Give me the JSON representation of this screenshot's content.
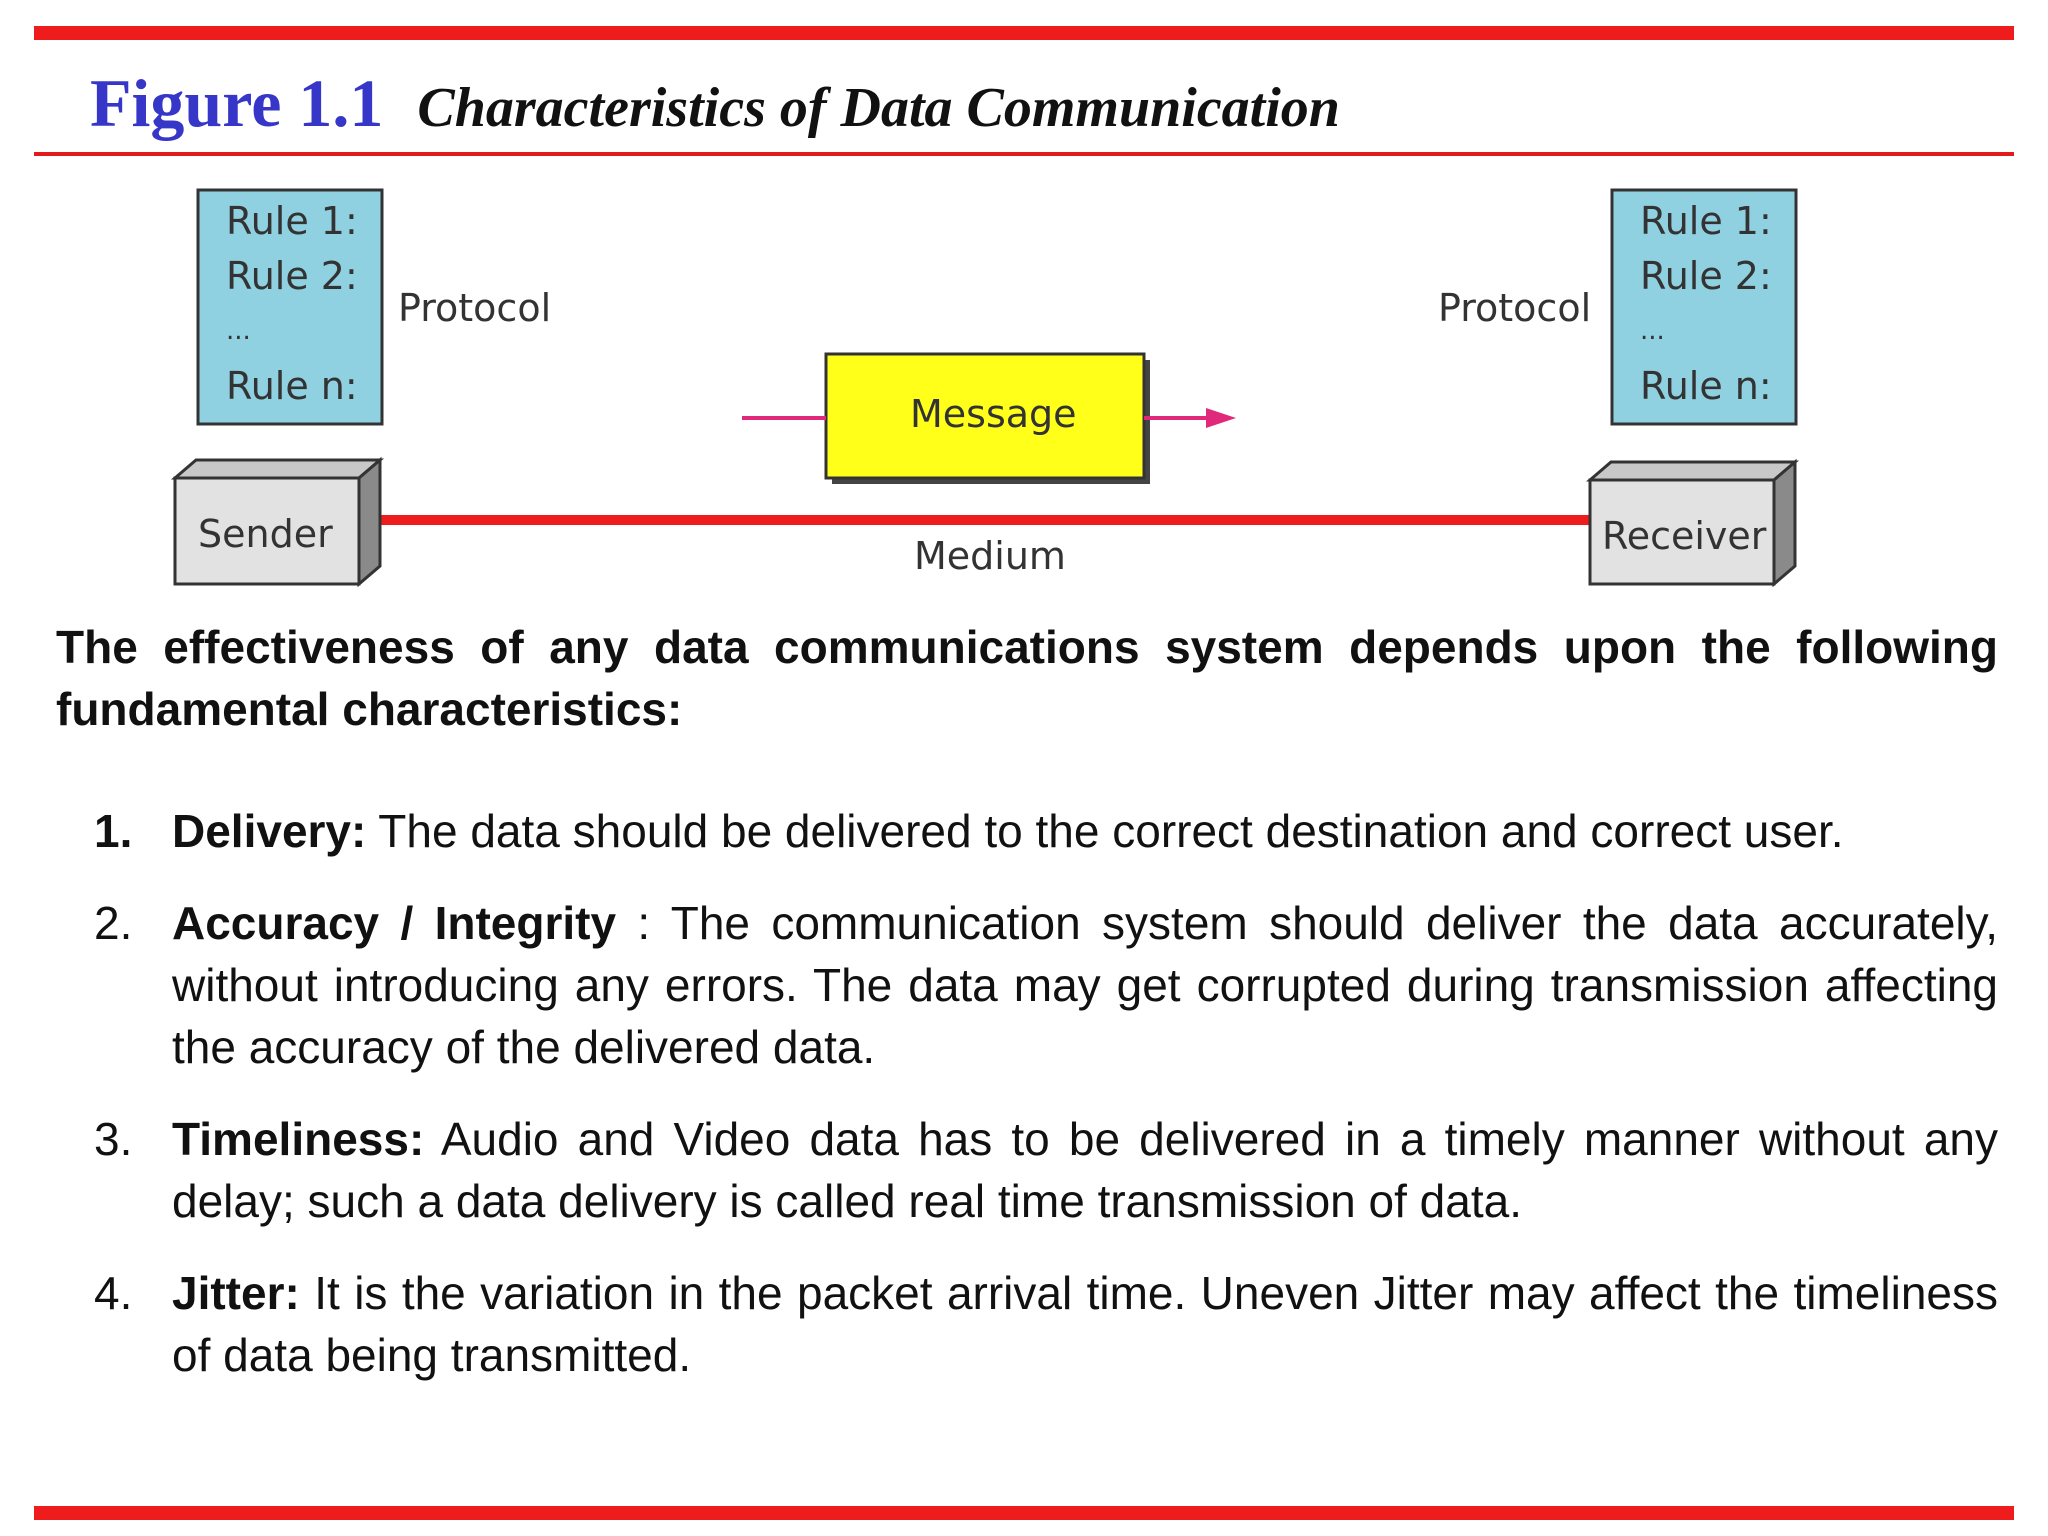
{
  "header": {
    "figure_label": "Figure 1.1",
    "caption": "Characteristics of Data Communication"
  },
  "diagram": {
    "sender_rules": [
      "Rule 1:",
      "Rule 2:",
      "...",
      "Rule n:"
    ],
    "receiver_rules": [
      "Rule 1:",
      "Rule 2:",
      "...",
      "Rule n:"
    ],
    "sender_protocol": "Protocol",
    "receiver_protocol": "Protocol",
    "message": "Message",
    "sender": "Sender",
    "receiver": "Receiver",
    "medium": "Medium",
    "colors": {
      "rules_box": "#8fd0e1",
      "message_box": "#ffff1a",
      "medium_line": "#ee1c1c",
      "arrow": "#e0297a",
      "device": "#e2e2e2"
    }
  },
  "body": {
    "intro": "The effectiveness of any data communications system depends upon the following fundamental characteristics:",
    "items": [
      {
        "number": "1.",
        "term": "Delivery:",
        "text": " The data should be delivered to the correct destination and correct user."
      },
      {
        "number": "2.",
        "term": "Accuracy / Integrity",
        "text": " : The communication system should deliver the data accurately, without introducing any errors. The data may get corrupted during transmission affecting the accuracy of the delivered data."
      },
      {
        "number": "3.",
        "term": "Timeliness:",
        "text": " Audio and Video data has to be delivered in a timely manner without any delay; such a data delivery is called real time transmission of data."
      },
      {
        "number": "4.",
        "term": "Jitter:",
        "text": " It is the variation in the packet arrival time. Uneven Jitter may affect the timeliness of data being transmitted."
      }
    ]
  },
  "theme": {
    "accent": "#ee1c1c",
    "title_blue": "#3636c8"
  }
}
